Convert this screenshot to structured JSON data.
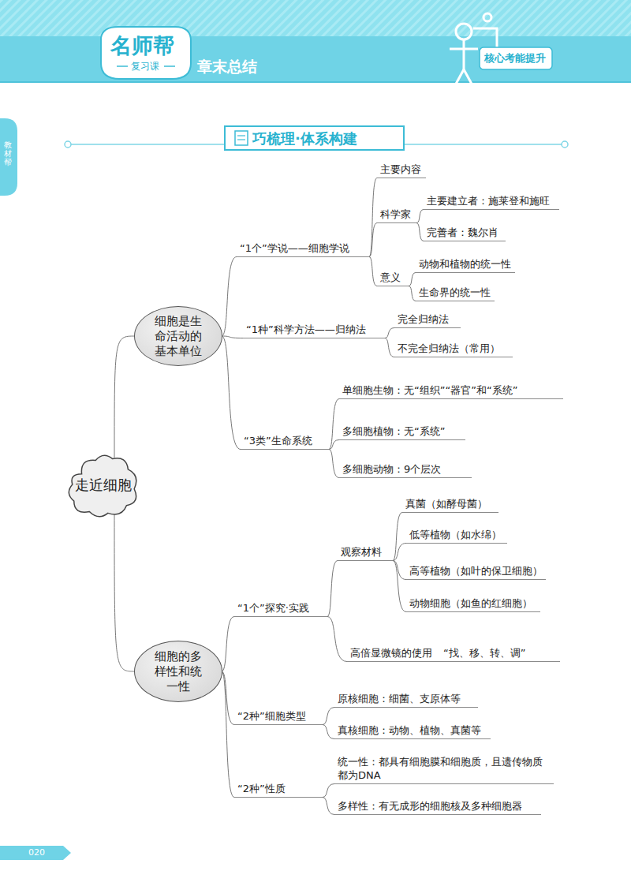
{
  "diagram": {
    "nodes": [
      {
        "text": [
          "走近细胞"
        ]
      },
      {
        "text": [
          "细胞是生命活动的基本单位"
        ]
      },
      {
        "text": [
          "“1个”学说——细胞学说"
        ]
      },
      {
        "text": [
          "主要内容"
        ]
      },
      {
        "text": [
          "科学家"
        ]
      },
      {
        "text": [
          "主要建立者：施莱登和施旺"
        ]
      },
      {
        "text": [
          "完善者：魏尔肖"
        ]
      },
      {
        "text": [
          "意义"
        ]
      },
      {
        "text": [
          "动物和植物的统一性"
        ]
      },
      {
        "text": [
          "生命界的统一性"
        ]
      },
      {
        "text": [
          "“1种”科学方法——归纳法"
        ]
      },
      {
        "text": [
          "完全归纳法"
        ]
      },
      {
        "text": [
          "不完全归纳法（常用）"
        ]
      },
      {
        "text": [
          "“3类”生命系统"
        ]
      },
      {
        "text": [
          "单细胞生物：无“组织”“器官”和“系统”"
        ]
      },
      {
        "text": [
          "多细胞植物：无“系统”"
        ]
      },
      {
        "text": [
          "多细胞动物：9个层次"
        ]
      },
      {
        "text": [
          "细胞的多样性和统一性"
        ]
      },
      {
        "text": [
          "“1个”探究·实践"
        ]
      },
      {
        "text": [
          "观察材料"
        ]
      },
      {
        "text": [
          "真菌（如酵母菌）"
        ]
      },
      {
        "text": [
          "低等植物（如水绵）"
        ]
      },
      {
        "text": [
          "高等植物（如叶的保卫细胞）"
        ]
      },
      {
        "text": [
          "动物细胞（如鱼的红细胞）"
        ]
      },
      {
        "text": [
          "高倍显微镜的使用",
          "“找、移、转、调”"
        ]
      },
      {
        "text": [
          "“2种”细胞类型"
        ]
      },
      {
        "text": [
          "原核细胞：细菌、支原体等"
        ]
      },
      {
        "text": [
          "真核细胞：动物、植物、真菌等"
        ]
      },
      {
        "text": [
          "“2种”性质"
        ]
      },
      {
        "text": [
          "统一性：都具有细胞膜和细胞质，且遗传物质都为DNA"
        ]
      },
      {
        "text": [
          "多样性：有无成形的细胞核及多种细胞器"
        ]
      }
    ],
    "edges": [
      {
        "from": 0,
        "to": 1,
        "arrow": "none"
      },
      {
        "from": 0,
        "to": 17,
        "arrow": "none"
      },
      {
        "from": 1,
        "to": 2,
        "arrow": "none"
      },
      {
        "from": 1,
        "to": 10,
        "arrow": "none"
      },
      {
        "from": 1,
        "to": 13,
        "arrow": "none"
      },
      {
        "from": 2,
        "to": 3,
        "arrow": "none"
      },
      {
        "from": 2,
        "to": 4,
        "arrow": "none"
      },
      {
        "from": 2,
        "to": 7,
        "arrow": "none"
      },
      {
        "from": 4,
        "to": 5,
        "arrow": "none"
      },
      {
        "from": 4,
        "to": 6,
        "arrow": "none"
      },
      {
        "from": 7,
        "to": 8,
        "arrow": "none"
      },
      {
        "from": 7,
        "to": 9,
        "arrow": "none"
      },
      {
        "from": 10,
        "to": 11,
        "arrow": "none"
      },
      {
        "from": 10,
        "to": 12,
        "arrow": "none"
      },
      {
        "from": 13,
        "to": 14,
        "arrow": "none"
      },
      {
        "from": 13,
        "to": 15,
        "arrow": "none"
      },
      {
        "from": 13,
        "to": 16,
        "arrow": "none"
      },
      {
        "from": 17,
        "to": 18,
        "arrow": "none"
      },
      {
        "from": 17,
        "to": 25,
        "arrow": "none"
      },
      {
        "from": 17,
        "to": 28,
        "arrow": "none"
      },
      {
        "from": 18,
        "to": 19,
        "arrow": "none"
      },
      {
        "from": 18,
        "to": 24,
        "arrow": "none"
      },
      {
        "from": 19,
        "to": 20,
        "arrow": "none"
      },
      {
        "from": 19,
        "to": 21,
        "arrow": "none"
      },
      {
        "from": 19,
        "to": 22,
        "arrow": "none"
      },
      {
        "from": 19,
        "to": 23,
        "arrow": "none"
      },
      {
        "from": 25,
        "to": 26,
        "arrow": "none"
      },
      {
        "from": 25,
        "to": 27,
        "arrow": "none"
      },
      {
        "from": 28,
        "to": 29,
        "arrow": "none"
      },
      {
        "from": 28,
        "to": 30,
        "arrow": "none"
      }
    ],
    "labels": [
      "名师帮",
      "复习课",
      "章末总结",
      "核心考能提升",
      "巧梳理·体系构建",
      "教材帮",
      "020"
    ]
  }
}
